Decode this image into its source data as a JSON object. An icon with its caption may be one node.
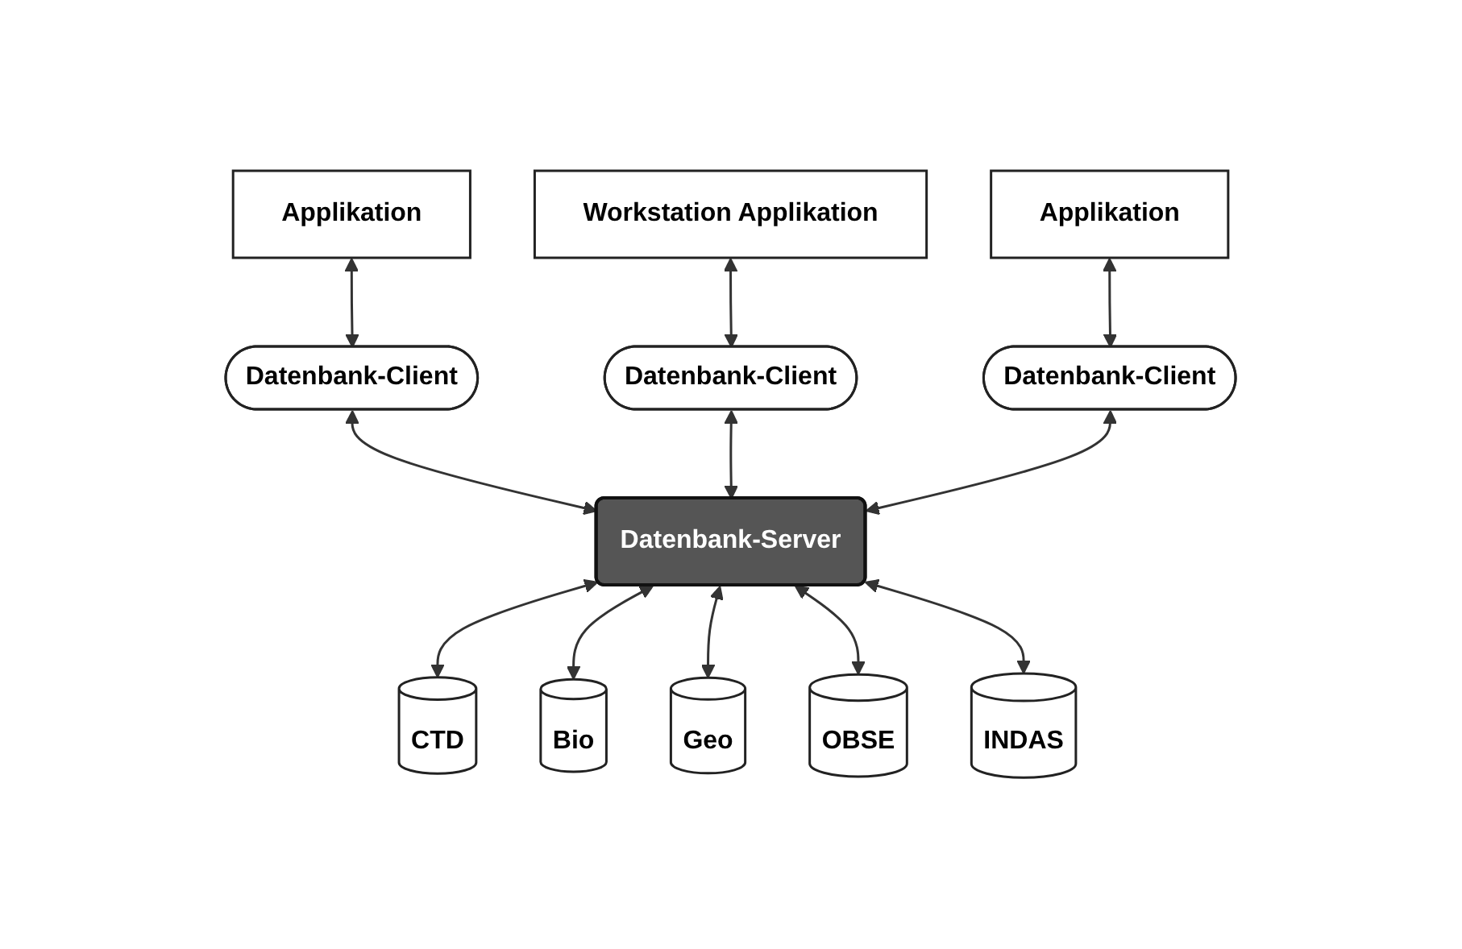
{
  "diagram": {
    "nodes": [
      {
        "text": [
          "Applikation"
        ]
      },
      {
        "text": [
          "Workstation Applikation"
        ]
      },
      {
        "text": [
          "Applikation"
        ]
      },
      {
        "text": [
          "Datenbank-Client"
        ]
      },
      {
        "text": [
          "Datenbank-Client"
        ]
      },
      {
        "text": [
          "Datenbank-Client"
        ]
      },
      {
        "text": [
          "Datenbank-Server"
        ]
      },
      {
        "text": [
          "CTD"
        ]
      },
      {
        "text": [
          "Bio"
        ]
      },
      {
        "text": [
          "Geo"
        ]
      },
      {
        "text": [
          "OBSE"
        ]
      },
      {
        "text": [
          "INDAS"
        ]
      }
    ],
    "edges": [
      {
        "from": 0,
        "to": 3,
        "arrow": "both"
      },
      {
        "from": 1,
        "to": 4,
        "arrow": "both"
      },
      {
        "from": 2,
        "to": 5,
        "arrow": "both"
      },
      {
        "from": 3,
        "to": 6,
        "arrow": "both"
      },
      {
        "from": 4,
        "to": 6,
        "arrow": "both"
      },
      {
        "from": 5,
        "to": 6,
        "arrow": "both"
      },
      {
        "from": 6,
        "to": 7,
        "arrow": "both"
      },
      {
        "from": 6,
        "to": 8,
        "arrow": "both"
      },
      {
        "from": 6,
        "to": 9,
        "arrow": "both"
      },
      {
        "from": 6,
        "to": 10,
        "arrow": "both"
      },
      {
        "from": 6,
        "to": 11,
        "arrow": "both"
      }
    ]
  }
}
